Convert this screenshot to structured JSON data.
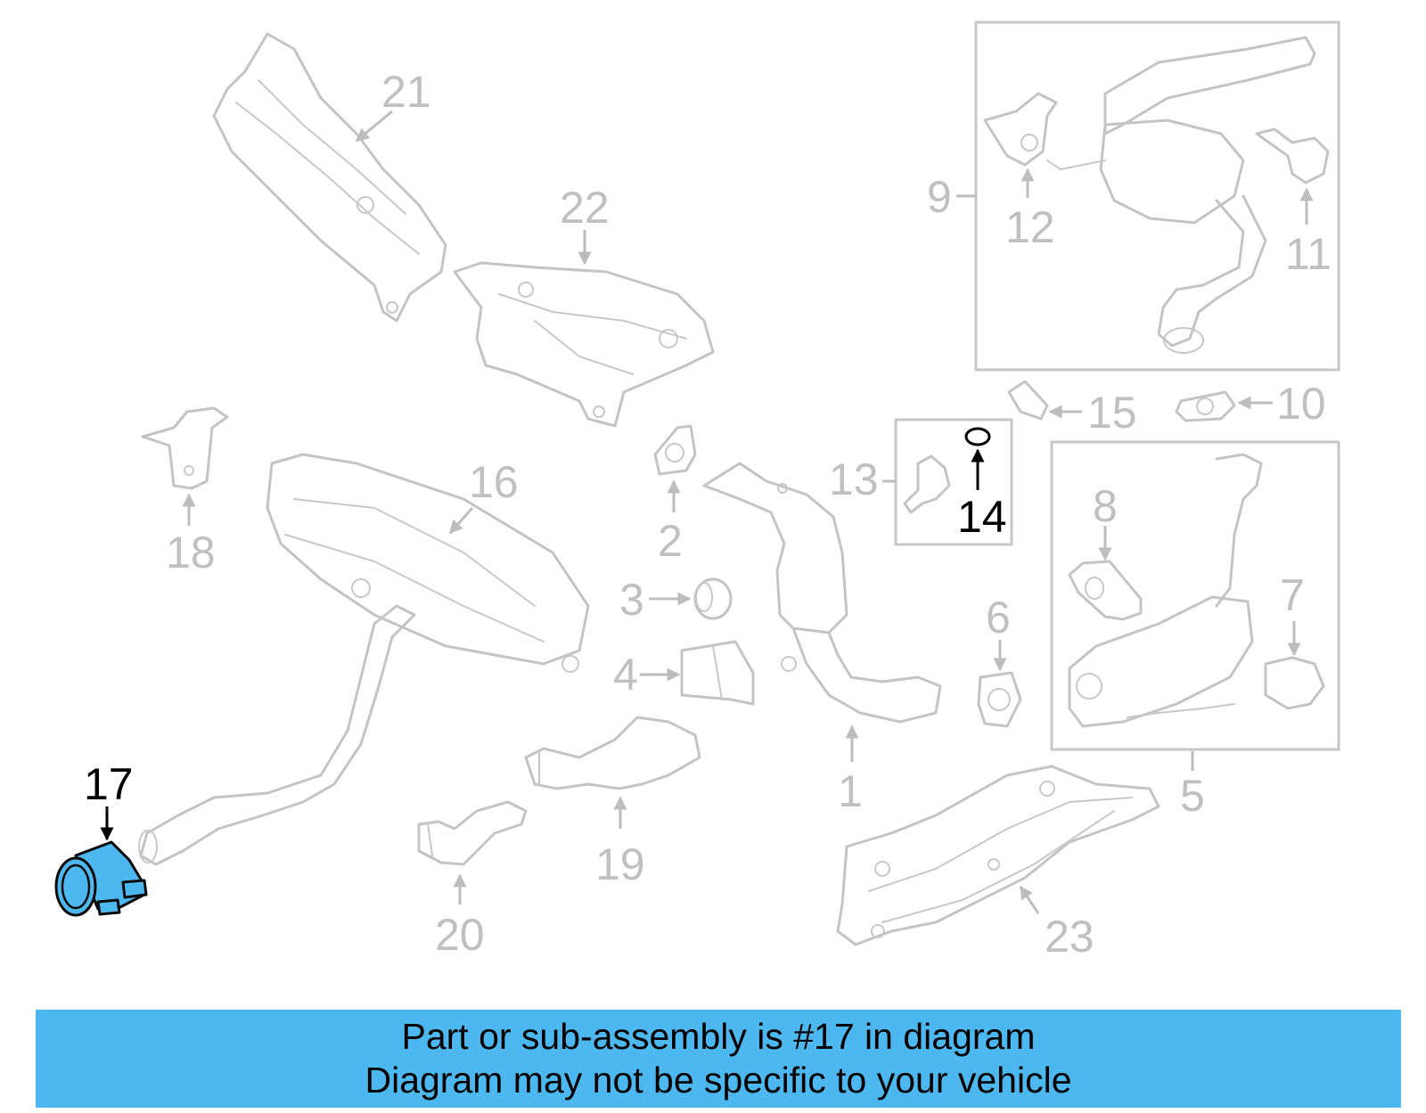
{
  "callouts": {
    "c1": "1",
    "c2": "2",
    "c3": "3",
    "c4": "4",
    "c5": "5",
    "c6": "6",
    "c7": "7",
    "c8": "8",
    "c9": "9",
    "c10": "10",
    "c11": "11",
    "c12": "12",
    "c13": "13",
    "c14": "14",
    "c15": "15",
    "c16": "16",
    "c17": "17",
    "c18": "18",
    "c19": "19",
    "c20": "20",
    "c21": "21",
    "c22": "22",
    "c23": "23"
  },
  "highlight": {
    "part": "17",
    "color": "#4db8ef"
  },
  "banner": {
    "line1": "Part or sub-assembly is #17 in diagram",
    "line2": "Diagram may not be specific to your vehicle",
    "color": "#4db8ef"
  }
}
